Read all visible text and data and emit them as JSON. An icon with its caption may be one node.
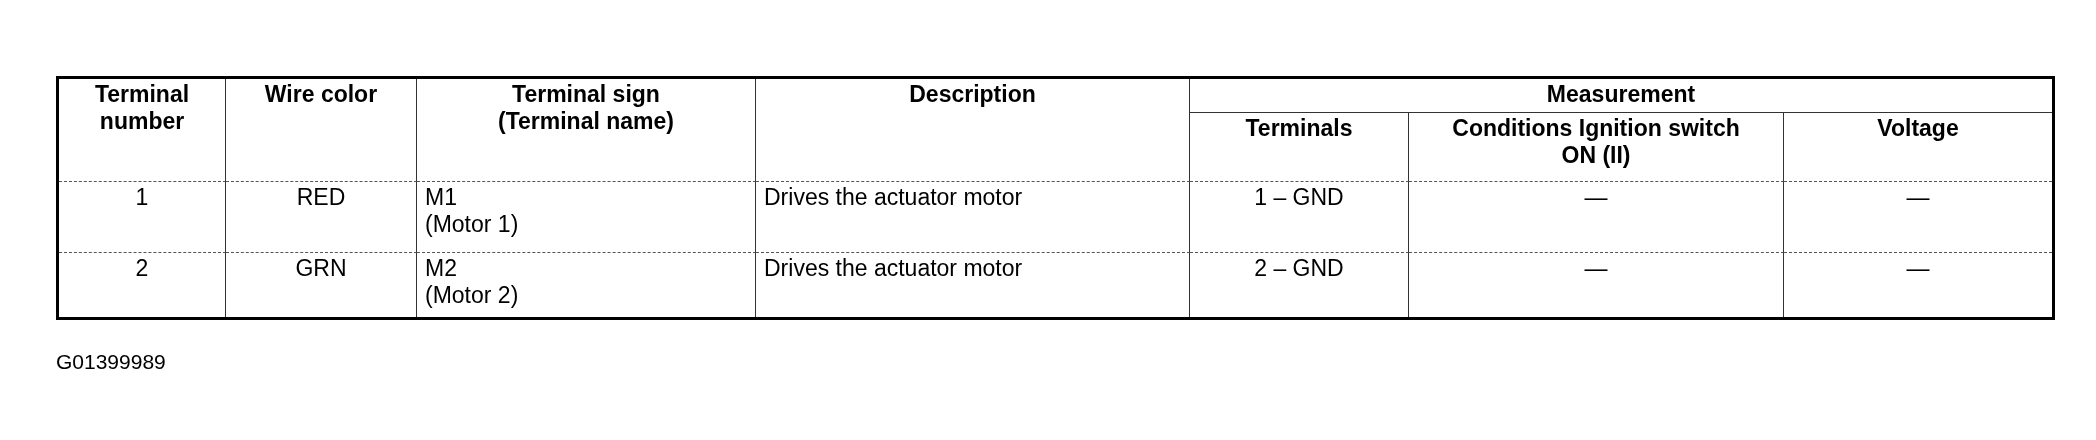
{
  "diagram": {
    "labels": [
      "Terminal number",
      "Wire color",
      "Terminal sign (Terminal name)",
      "Description",
      "Measurement",
      "Terminals",
      "Conditions Ignition switch ON (II)",
      "Voltage",
      "1",
      "RED",
      "M1 (Motor 1)",
      "Drives the actuator motor",
      "1 – GND",
      "—",
      "—",
      "2",
      "GRN",
      "M2 (Motor 2)",
      "Drives the actuator motor",
      "2 – GND",
      "—",
      "—",
      "G01399989"
    ]
  }
}
